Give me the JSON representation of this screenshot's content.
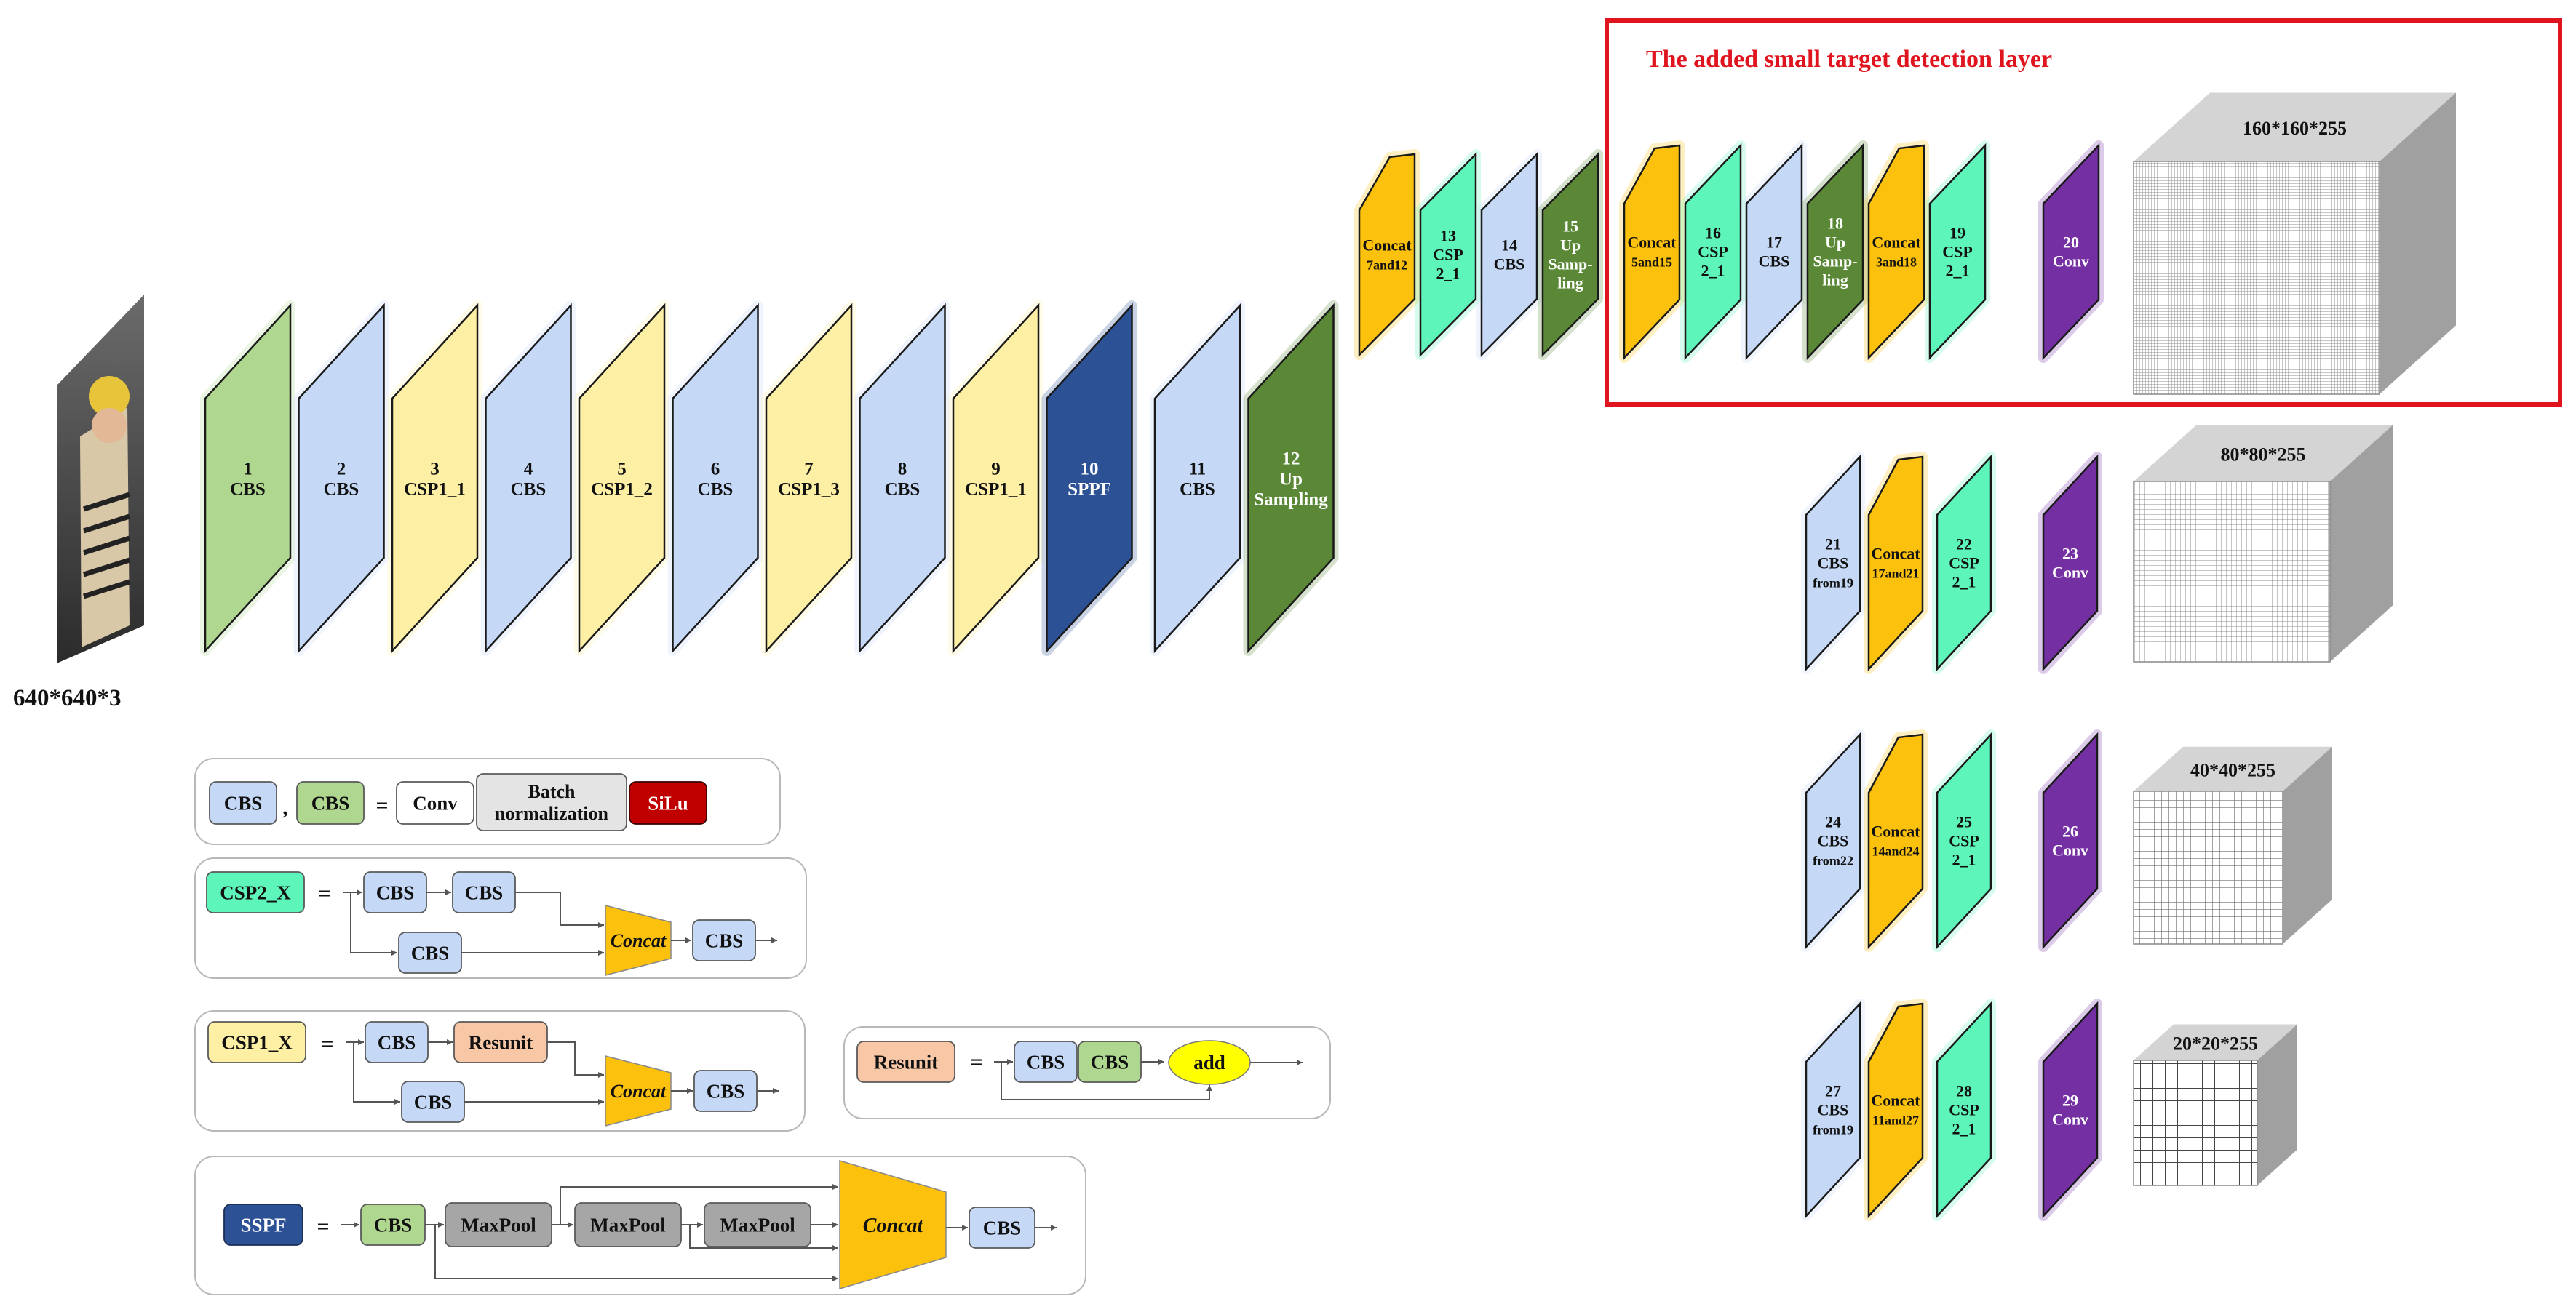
{
  "input": {
    "size_label": "640*640*3"
  },
  "small_target": {
    "title": "The added small target detection layer"
  },
  "backbone": [
    {
      "type": "cbs_green",
      "lines": [
        "1",
        "CBS"
      ]
    },
    {
      "type": "cbs",
      "lines": [
        "2",
        "CBS"
      ]
    },
    {
      "type": "csp1",
      "lines": [
        "3",
        "CSP1_1"
      ]
    },
    {
      "type": "cbs",
      "lines": [
        "4",
        "CBS"
      ]
    },
    {
      "type": "csp1",
      "lines": [
        "5",
        "CSP1_2"
      ]
    },
    {
      "type": "cbs",
      "lines": [
        "6",
        "CBS"
      ]
    },
    {
      "type": "csp1",
      "lines": [
        "7",
        "CSP1_3"
      ]
    },
    {
      "type": "cbs",
      "lines": [
        "8",
        "CBS"
      ]
    },
    {
      "type": "csp1",
      "lines": [
        "9",
        "CSP1_1"
      ]
    },
    {
      "type": "sppf",
      "lines": [
        "10",
        "SPPF"
      ]
    },
    {
      "type": "cbs",
      "lines": [
        "11",
        "CBS"
      ]
    },
    {
      "type": "upsample",
      "lines": [
        "12",
        "Up",
        "Sampling"
      ]
    }
  ],
  "neck_top": [
    {
      "type": "concat",
      "lines": [
        "Concat",
        "7and12"
      ]
    },
    {
      "type": "csp2",
      "lines": [
        "13",
        "CSP",
        "2_1"
      ]
    },
    {
      "type": "cbs",
      "lines": [
        "14",
        "CBS"
      ]
    },
    {
      "type": "upsample",
      "lines": [
        "15",
        "Up",
        "Samp-",
        "ling"
      ]
    }
  ],
  "small_layer": [
    {
      "type": "concat",
      "lines": [
        "Concat",
        "5and15"
      ]
    },
    {
      "type": "csp2",
      "lines": [
        "16",
        "CSP",
        "2_1"
      ]
    },
    {
      "type": "cbs",
      "lines": [
        "17",
        "CBS"
      ]
    },
    {
      "type": "upsample",
      "lines": [
        "18",
        "Up",
        "Samp-",
        "ling"
      ]
    },
    {
      "type": "concat",
      "lines": [
        "Concat",
        "3and18"
      ]
    },
    {
      "type": "csp2",
      "lines": [
        "19",
        "CSP",
        "2_1"
      ]
    },
    {
      "type": "conv",
      "lines": [
        "20",
        "Conv"
      ]
    }
  ],
  "heads": [
    {
      "blocks": [
        {
          "type": "cbs",
          "lines": [
            "21",
            "CBS",
            "from19"
          ]
        },
        {
          "type": "concat",
          "lines": [
            "Concat",
            "17and21"
          ]
        },
        {
          "type": "csp2",
          "lines": [
            "22",
            "CSP",
            "2_1"
          ]
        },
        {
          "type": "conv",
          "lines": [
            "23",
            "Conv"
          ]
        }
      ],
      "output": "80*80*255"
    },
    {
      "blocks": [
        {
          "type": "cbs",
          "lines": [
            "24",
            "CBS",
            "from22"
          ]
        },
        {
          "type": "concat",
          "lines": [
            "Concat",
            "14and24"
          ]
        },
        {
          "type": "csp2",
          "lines": [
            "25",
            "CSP",
            "2_1"
          ]
        },
        {
          "type": "conv",
          "lines": [
            "26",
            "Conv"
          ]
        }
      ],
      "output": "40*40*255"
    },
    {
      "blocks": [
        {
          "type": "cbs",
          "lines": [
            "27",
            "CBS",
            "from19"
          ]
        },
        {
          "type": "concat",
          "lines": [
            "Concat",
            "11and27"
          ]
        },
        {
          "type": "csp2",
          "lines": [
            "28",
            "CSP",
            "2_1"
          ]
        },
        {
          "type": "conv",
          "lines": [
            "29",
            "Conv"
          ]
        }
      ],
      "output": "20*20*255"
    }
  ],
  "outputs": {
    "small": "160*160*255"
  },
  "legend": {
    "cbs_def": {
      "a": "CBS",
      "comma": ",",
      "b": "CBS",
      "eq": "=",
      "conv": "Conv",
      "bn1": "Batch",
      "bn2": "normalization",
      "silu": "SiLu"
    },
    "csp2_def": {
      "name": "CSP2_X",
      "eq": "=",
      "cbs1": "CBS",
      "cbs2": "CBS",
      "cbs3": "CBS",
      "concat": "Concat",
      "cbs_out": "CBS"
    },
    "csp1_def": {
      "name": "CSP1_X",
      "eq": "=",
      "cbs1": "CBS",
      "resunit": "Resunit",
      "cbs2": "CBS",
      "concat": "Concat",
      "cbs_out": "CBS"
    },
    "resunit_def": {
      "name": "Resunit",
      "eq": "=",
      "cbs1": "CBS",
      "cbs2": "CBS",
      "add": "add"
    },
    "sppf_def": {
      "name": "SSPF",
      "eq": "=",
      "cbs": "CBS",
      "mp1": "MaxPool",
      "mp2": "MaxPool",
      "mp3": "MaxPool",
      "concat": "Concat",
      "cbs_out": "CBS"
    }
  },
  "colors": {
    "cbs": "#c5d9f7",
    "cbs_green": "#b0d78f",
    "csp1": "#fdf0a4",
    "csp2": "#5ef5ba",
    "concat": "#fcc10c",
    "upsample": "#5a8836",
    "sppf": "#2d5195",
    "conv": "#7430a3",
    "resunit": "#f7c7a6",
    "maxpool": "#a6a6a6",
    "silu": "#c00000",
    "add": "#ffff00",
    "highlight": "#e0141e"
  }
}
